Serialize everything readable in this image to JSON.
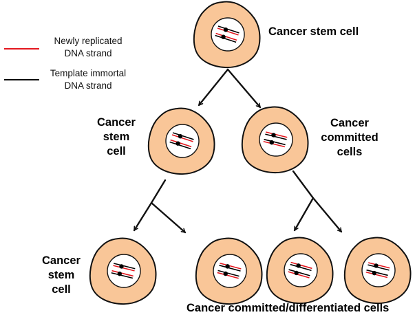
{
  "colors": {
    "cell_fill": "#F9C698",
    "cell_stroke": "#111111",
    "nucleus_fill": "#FFFFFF",
    "newly_replicated_strand": "#E3161D",
    "template_strand": "#000000",
    "arrow": "#111111"
  },
  "legend": {
    "newly_replicated": {
      "line1": "Newly replicated",
      "line2": "DNA strand"
    },
    "template_immortal": {
      "line1": "Template immortal",
      "line2": "DNA strand"
    }
  },
  "labels": {
    "top_cell": "Cancer stem cell",
    "mid_left": {
      "line1": "Cancer",
      "line2": "stem",
      "line3": "cell"
    },
    "mid_right": {
      "line1": "Cancer",
      "line2": "committed",
      "line3": "cells"
    },
    "bottom_left": {
      "line1": "Cancer",
      "line2": "stem",
      "line3": "cell"
    },
    "bottom_group": "Cancer committed/differentiated cells"
  },
  "cells": [
    {
      "id": "top-stem-cell",
      "level": 0,
      "type": "stem",
      "strand_pattern": "template-outer"
    },
    {
      "id": "mid-stem-cell",
      "level": 1,
      "type": "stem",
      "strand_pattern": "template-outer"
    },
    {
      "id": "mid-committed-cell",
      "level": 1,
      "type": "committed",
      "strand_pattern": "newly-outer"
    },
    {
      "id": "bottom-stem-cell",
      "level": 2,
      "type": "stem",
      "strand_pattern": "template-outer"
    },
    {
      "id": "bottom-committed-cell-1",
      "level": 2,
      "type": "committed",
      "strand_pattern": "newly-outer"
    },
    {
      "id": "bottom-committed-cell-2",
      "level": 2,
      "type": "committed",
      "strand_pattern": "newly-outer"
    },
    {
      "id": "bottom-committed-cell-3",
      "level": 2,
      "type": "committed",
      "strand_pattern": "newly-outer"
    }
  ]
}
